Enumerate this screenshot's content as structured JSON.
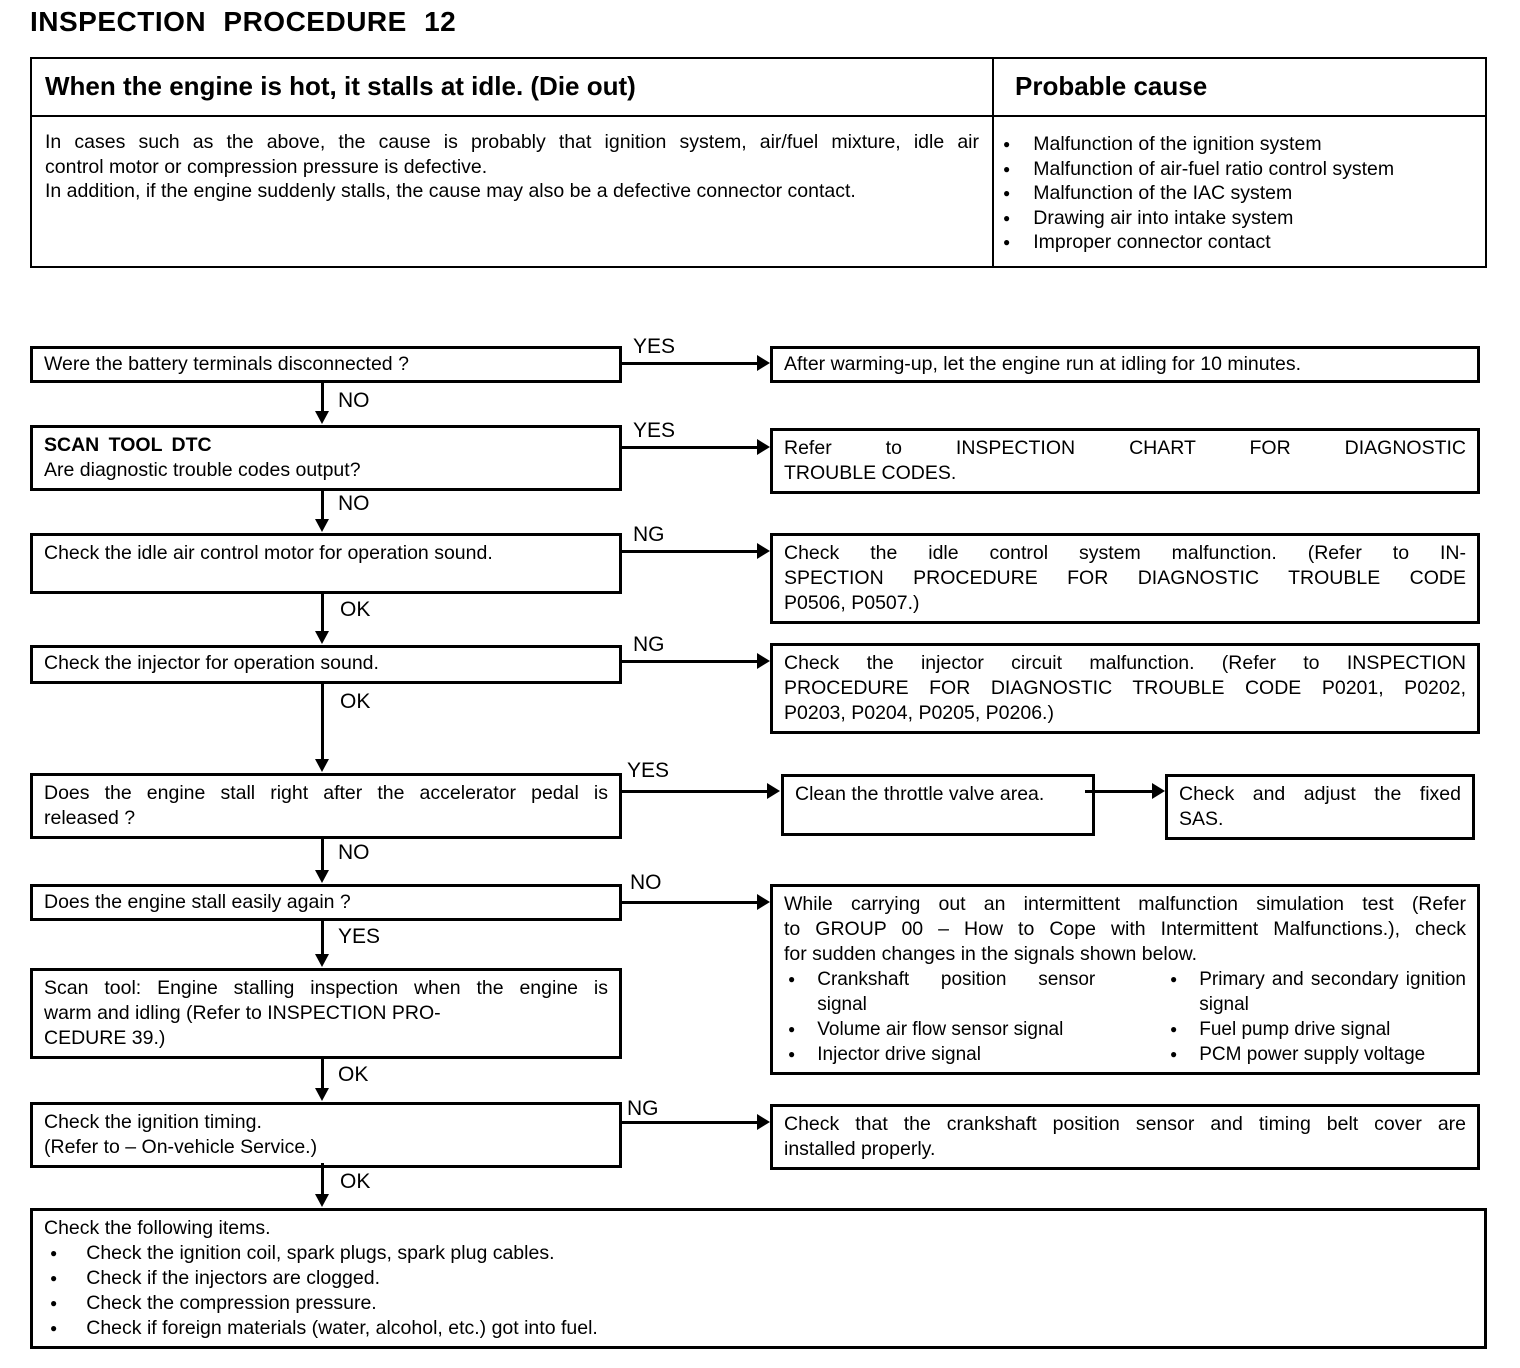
{
  "title": "INSPECTION PROCEDURE 12",
  "icons": {
    "bullet": "●"
  },
  "symptom_table": {
    "symptom": "When the engine is hot, it stalls at idle. (Die out)",
    "probable_cause_heading": "Probable cause",
    "description_lines": [
      "In cases such as the above, the cause is probably that ignition system, air/fuel mixture, idle air",
      "control motor or compression pressure is defective.",
      "In addition, if the engine suddenly stalls, the cause may also be a defective connector contact."
    ],
    "causes": [
      "Malfunction of the ignition system",
      "Malfunction of air-fuel ratio control system",
      "Malfunction of the IAC system",
      "Drawing air into intake system",
      "Improper connector contact"
    ]
  },
  "flow": {
    "rows": [
      {
        "question": "Were the battery terminals disconnected ?",
        "branch": "YES",
        "next": "NO",
        "result": "After warming-up, let the engine run at idling for 10 minutes."
      },
      {
        "question_title": "SCAN TOOL DTC",
        "question": "Are diagnostic trouble codes output?",
        "branch": "YES",
        "next": "NO",
        "result_lines": [
          "Refer to INSPECTION CHART FOR DIAGNOSTIC",
          "TROUBLE CODES."
        ]
      },
      {
        "question": "Check the idle air control motor for operation sound.",
        "branch": "NG",
        "next": "OK",
        "result_lines": [
          "Check the idle control system malfunction. (Refer to IN-",
          "SPECTION PROCEDURE FOR DIAGNOSTIC TROUBLE CODE",
          "P0506, P0507.)"
        ]
      },
      {
        "question": "Check the injector for operation sound.",
        "branch": "NG",
        "next": "OK",
        "result_lines": [
          "Check the injector circuit malfunction. (Refer to INSPECTION",
          "PROCEDURE FOR DIAGNOSTIC TROUBLE CODE P0201, P0202,",
          "P0203, P0204, P0205, P0206.)"
        ]
      },
      {
        "question_lines": [
          "Does the engine stall right after the accelerator pedal is",
          "released ?"
        ],
        "branch": "YES",
        "next": "NO",
        "result": "Clean the throttle valve area.",
        "result2_lines": [
          "Check and adjust the fixed",
          "SAS."
        ]
      },
      {
        "question": "Does the engine stall easily again ?",
        "branch": "NO",
        "next": "YES",
        "result_intro_lines": [
          "While carrying out an intermittent malfunction simulation test (Refer",
          "to GROUP 00 – How to Cope with Intermittent Malfunctions.), check",
          "for sudden changes in the signals shown below."
        ],
        "signals_col1": [
          "Crankshaft position sensor signal",
          "Volume air flow sensor signal",
          "Injector drive signal"
        ],
        "signals_col2": [
          "Primary and secondary ignition signal",
          "Fuel pump drive signal",
          "PCM power supply voltage"
        ]
      },
      {
        "question_lines": [
          "Scan tool: Engine stalling inspection when the engine is",
          "warm and idling (Refer to INSPECTION PRO-",
          "CEDURE 39.)"
        ],
        "next": "OK"
      },
      {
        "question_lines": [
          "Check the ignition timing.",
          "(Refer to – On-vehicle Service.)"
        ],
        "branch": "NG",
        "next": "OK",
        "result_lines": [
          "Check that the crankshaft position sensor and timing belt cover are",
          "installed properly."
        ]
      },
      {
        "title": "Check the following items.",
        "items": [
          "Check the ignition coil, spark plugs, spark plug cables.",
          "Check if the injectors are clogged.",
          "Check the compression pressure.",
          "Check if foreign materials (water, alcohol, etc.) got into fuel."
        ]
      }
    ]
  }
}
